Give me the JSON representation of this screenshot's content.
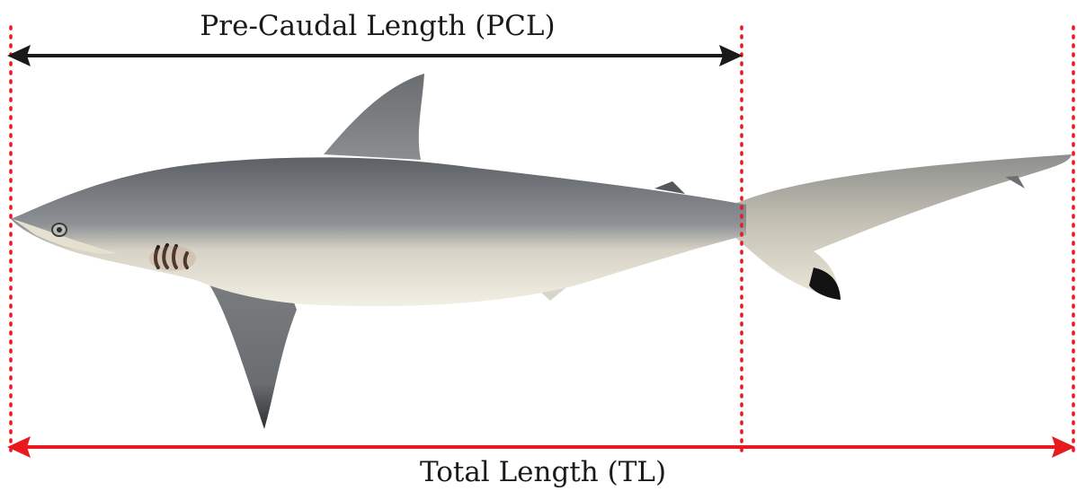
{
  "labels": {
    "pcl": "Pre-Caudal Length (PCL)",
    "tl": "Total Length (TL)"
  },
  "subject": "shark",
  "colors": {
    "pcl_arrow": "#1a1a1a",
    "tl_arrow": "#e8191f",
    "guide_lines": "#e8191f"
  }
}
